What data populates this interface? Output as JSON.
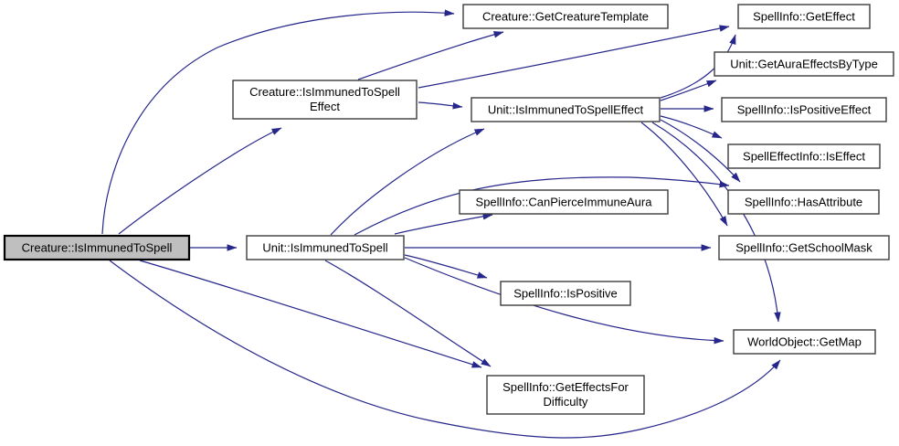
{
  "graph": {
    "background_color": "#ffffff",
    "edge_color": "#26268b",
    "node_fill": "#ffffff",
    "node_border_color": "#3c3c3c",
    "highlight_fill": "#bfbfbf",
    "highlight_border_color": "#000000",
    "nodes": [
      {
        "id": "creature-isimmunedtospell",
        "lines": [
          "Creature::IsImmunedToSpell"
        ],
        "highlighted": true
      },
      {
        "id": "creature-isimmunedtospelleffect",
        "lines": [
          "Creature::IsImmunedToSpell",
          "Effect"
        ],
        "highlighted": false
      },
      {
        "id": "unit-isimmunedtospell",
        "lines": [
          "Unit::IsImmunedToSpell"
        ],
        "highlighted": false
      },
      {
        "id": "creature-getcreaturetemplate",
        "lines": [
          "Creature::GetCreatureTemplate"
        ],
        "highlighted": false
      },
      {
        "id": "unit-isimmunedtospelleffect",
        "lines": [
          "Unit::IsImmunedToSpellEffect"
        ],
        "highlighted": false
      },
      {
        "id": "spellinfo-canpierceimmuneaura",
        "lines": [
          "SpellInfo::CanPierceImmuneAura"
        ],
        "highlighted": false
      },
      {
        "id": "spellinfo-ispositive",
        "lines": [
          "SpellInfo::IsPositive"
        ],
        "highlighted": false
      },
      {
        "id": "spellinfo-geteffectsfordifficulty",
        "lines": [
          "SpellInfo::GetEffectsFor",
          "Difficulty"
        ],
        "highlighted": false
      },
      {
        "id": "spellinfo-geteffect",
        "lines": [
          "SpellInfo::GetEffect"
        ],
        "highlighted": false
      },
      {
        "id": "unit-getauraeffectsbytype",
        "lines": [
          "Unit::GetAuraEffectsByType"
        ],
        "highlighted": false
      },
      {
        "id": "spellinfo-ispositiveeffect",
        "lines": [
          "SpellInfo::IsPositiveEffect"
        ],
        "highlighted": false
      },
      {
        "id": "spelleffectinfo-iseffect",
        "lines": [
          "SpellEffectInfo::IsEffect"
        ],
        "highlighted": false
      },
      {
        "id": "spellinfo-hasattribute",
        "lines": [
          "SpellInfo::HasAttribute"
        ],
        "highlighted": false
      },
      {
        "id": "spellinfo-getschoolmask",
        "lines": [
          "SpellInfo::GetSchoolMask"
        ],
        "highlighted": false
      },
      {
        "id": "worldobject-getmap",
        "lines": [
          "WorldObject::GetMap"
        ],
        "highlighted": false
      }
    ],
    "edges": [
      {
        "from": "Creature::IsImmunedToSpell",
        "to": "Creature::GetCreatureTemplate"
      },
      {
        "from": "Creature::IsImmunedToSpell",
        "to": "Creature::IsImmunedToSpellEffect"
      },
      {
        "from": "Creature::IsImmunedToSpell",
        "to": "Unit::IsImmunedToSpell"
      },
      {
        "from": "Creature::IsImmunedToSpell",
        "to": "SpellInfo::GetEffectsForDifficulty"
      },
      {
        "from": "Creature::IsImmunedToSpell",
        "to": "WorldObject::GetMap"
      },
      {
        "from": "Creature::IsImmunedToSpellEffect",
        "to": "Creature::GetCreatureTemplate"
      },
      {
        "from": "Creature::IsImmunedToSpellEffect",
        "to": "SpellInfo::GetEffect"
      },
      {
        "from": "Creature::IsImmunedToSpellEffect",
        "to": "Unit::IsImmunedToSpellEffect"
      },
      {
        "from": "Unit::IsImmunedToSpell",
        "to": "Unit::IsImmunedToSpellEffect"
      },
      {
        "from": "Unit::IsImmunedToSpell",
        "to": "SpellInfo::HasAttribute"
      },
      {
        "from": "Unit::IsImmunedToSpell",
        "to": "SpellInfo::CanPierceImmuneAura"
      },
      {
        "from": "Unit::IsImmunedToSpell",
        "to": "SpellInfo::GetSchoolMask"
      },
      {
        "from": "Unit::IsImmunedToSpell",
        "to": "SpellInfo::IsPositive"
      },
      {
        "from": "Unit::IsImmunedToSpell",
        "to": "SpellInfo::GetEffectsForDifficulty"
      },
      {
        "from": "Unit::IsImmunedToSpell",
        "to": "WorldObject::GetMap"
      },
      {
        "from": "Unit::IsImmunedToSpellEffect",
        "to": "SpellInfo::GetEffect"
      },
      {
        "from": "Unit::IsImmunedToSpellEffect",
        "to": "Unit::GetAuraEffectsByType"
      },
      {
        "from": "Unit::IsImmunedToSpellEffect",
        "to": "SpellInfo::IsPositiveEffect"
      },
      {
        "from": "Unit::IsImmunedToSpellEffect",
        "to": "SpellEffectInfo::IsEffect"
      },
      {
        "from": "Unit::IsImmunedToSpellEffect",
        "to": "SpellInfo::HasAttribute"
      },
      {
        "from": "Unit::IsImmunedToSpellEffect",
        "to": "SpellInfo::GetSchoolMask"
      },
      {
        "from": "Unit::IsImmunedToSpellEffect",
        "to": "WorldObject::GetMap"
      }
    ]
  }
}
